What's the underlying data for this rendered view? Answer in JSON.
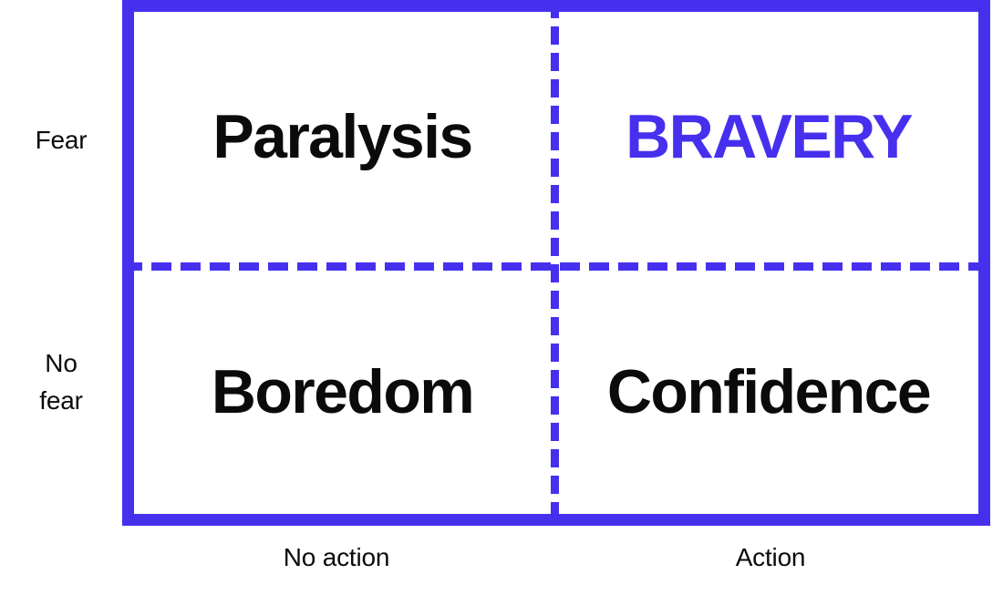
{
  "colors": {
    "accent": "#4630ee",
    "text": "#0b0b0b",
    "background": "#ffffff"
  },
  "chart_data": {
    "type": "table",
    "title": "",
    "xlabel": "",
    "ylabel": "",
    "x_categories": [
      "No action",
      "Action"
    ],
    "y_categories": [
      "Fear",
      "No fear"
    ],
    "cells": [
      {
        "row": "Fear",
        "column": "No action",
        "label": "Paralysis",
        "emphasis": false
      },
      {
        "row": "Fear",
        "column": "Action",
        "label": "BRAVERY",
        "emphasis": true
      },
      {
        "row": "No fear",
        "column": "No action",
        "label": "Boredom",
        "emphasis": false
      },
      {
        "row": "No fear",
        "column": "Action",
        "label": "Confidence",
        "emphasis": false
      }
    ],
    "grid": true,
    "legend": "none"
  },
  "axes": {
    "y": {
      "labels": [
        {
          "id": "fear",
          "text": "Fear"
        },
        {
          "id": "no-fear",
          "line1": "No",
          "line2": "fear"
        }
      ]
    },
    "x": {
      "labels": [
        {
          "id": "no-action",
          "text": "No action"
        },
        {
          "id": "action",
          "text": "Action"
        }
      ]
    }
  },
  "quadrants": {
    "top_left": {
      "label": "Paralysis"
    },
    "top_right": {
      "label": "BRAVERY"
    },
    "bottom_left": {
      "label": "Boredom"
    },
    "bottom_right": {
      "label": "Confidence"
    }
  }
}
